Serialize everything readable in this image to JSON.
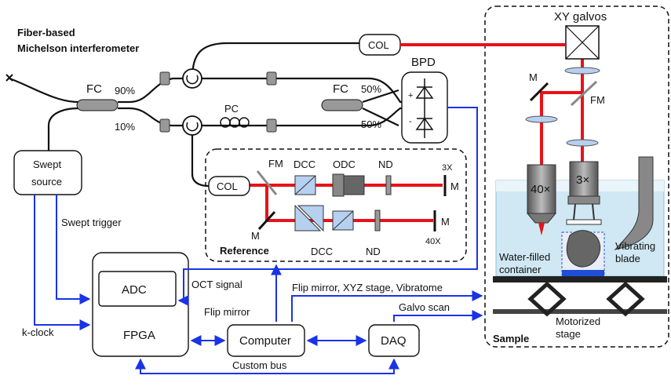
{
  "title": {
    "line1": "Fiber-based",
    "line2": "Michelson interferometer"
  },
  "components": {
    "fc_left": "FC",
    "fc_right": "FC",
    "pc": "PC",
    "bpd": "BPD",
    "col_top": "COL",
    "col_ref": "COL",
    "swept_source_1": "Swept",
    "swept_source_2": "source",
    "adc": "ADC",
    "fpga": "FPGA",
    "computer": "Computer",
    "daq": "DAQ",
    "xy_galvos": "XY galvos",
    "m_sample": "M",
    "fm_sample": "FM",
    "obj_40x": "40×",
    "obj_3x": "3×",
    "water_1": "Water-filled",
    "water_2": "container",
    "blade_1": "Vibrating",
    "blade_2": "blade",
    "motor_1": "Motorized",
    "motor_2": "stage",
    "sample": "Sample"
  },
  "ratios": {
    "p90": "90%",
    "p10": "10%",
    "p50a": "50%",
    "p50b": "50%",
    "plus": "+",
    "minus": "-"
  },
  "reference": {
    "label": "Reference",
    "fm": "FM",
    "dcc_top": "DCC",
    "odc": "ODC",
    "nd_top": "ND",
    "m_3x_tag": "3X",
    "m_3x": "M",
    "m_turn": "M",
    "dcc_bottom": "DCC",
    "nd_bottom": "ND",
    "m_40x": "M",
    "m_40x_tag": "40X"
  },
  "signals": {
    "swept_trigger": "Swept trigger",
    "oct_signal": "OCT signal",
    "flip_mirror": "Flip mirror",
    "flip_xyz_vib": "Flip mirror, XYZ stage, Vibratome",
    "galvo_scan": "Galvo scan",
    "k_clock": "k-clock",
    "custom_bus": "Custom bus"
  },
  "colors": {
    "fiber": "#111111",
    "signal": "#1a33e6",
    "laser": "#e8121a",
    "optic": "#b6d0ef",
    "water": "#cfe8f3"
  }
}
